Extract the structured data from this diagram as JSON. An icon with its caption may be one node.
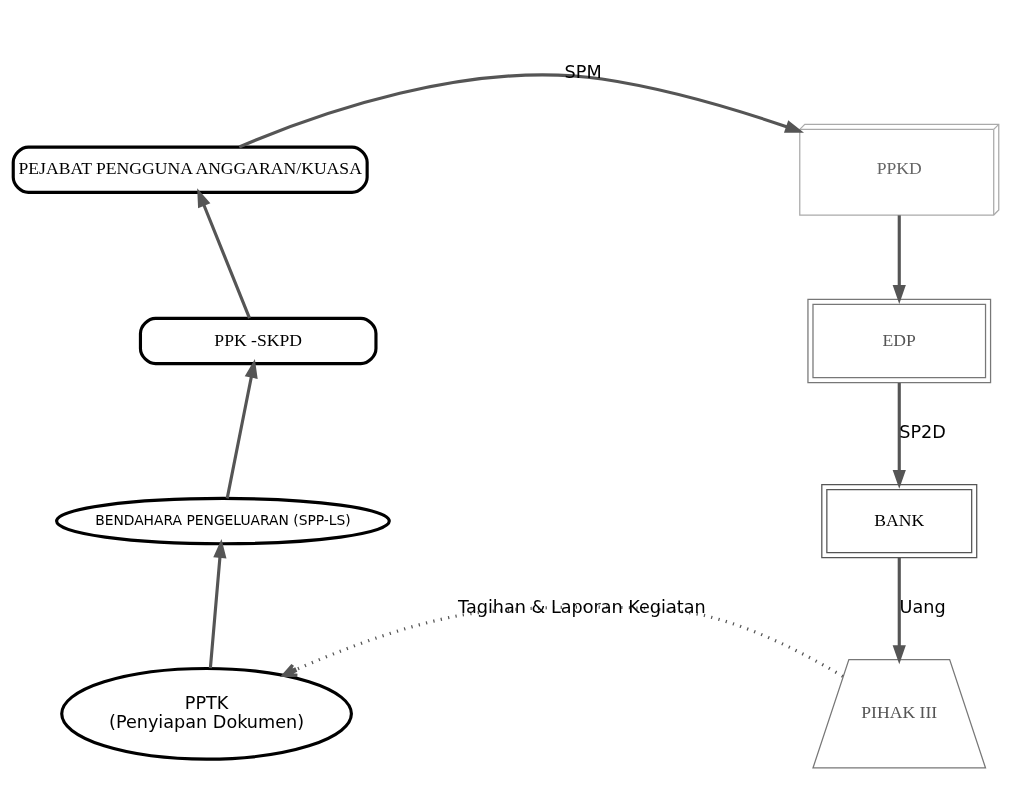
{
  "diagram": {
    "nodes": [
      {
        "text": [
          "PEJABAT PENGGUNA ANGGARAN/KUASA"
        ]
      },
      {
        "text": [
          "PPKD"
        ]
      },
      {
        "text": [
          "PPK -SKPD"
        ]
      },
      {
        "text": [
          "EDP"
        ]
      },
      {
        "text": [
          "BENDAHARA PENGELUARAN (SPP-LS)"
        ]
      },
      {
        "text": [
          "BANK"
        ]
      },
      {
        "text": [
          "PPTK",
          "(Penyiapan Dokumen)"
        ]
      },
      {
        "text": [
          "PIHAK III"
        ]
      }
    ],
    "edges": [
      {
        "from": 0,
        "to": 1,
        "arrow": "to",
        "label": "SPM"
      },
      {
        "from": 1,
        "to": 3,
        "arrow": "to"
      },
      {
        "from": 3,
        "to": 5,
        "arrow": "to",
        "label": "SP2D"
      },
      {
        "from": 5,
        "to": 7,
        "arrow": "to",
        "label": "Uang"
      },
      {
        "from": 7,
        "to": 6,
        "arrow": "to",
        "label": "Tagihan & Laporan Kegiatan",
        "style": "dashed"
      },
      {
        "from": 6,
        "to": 4,
        "arrow": "to"
      },
      {
        "from": 4,
        "to": 2,
        "arrow": "to"
      },
      {
        "from": 2,
        "to": 0,
        "arrow": "to"
      }
    ]
  }
}
